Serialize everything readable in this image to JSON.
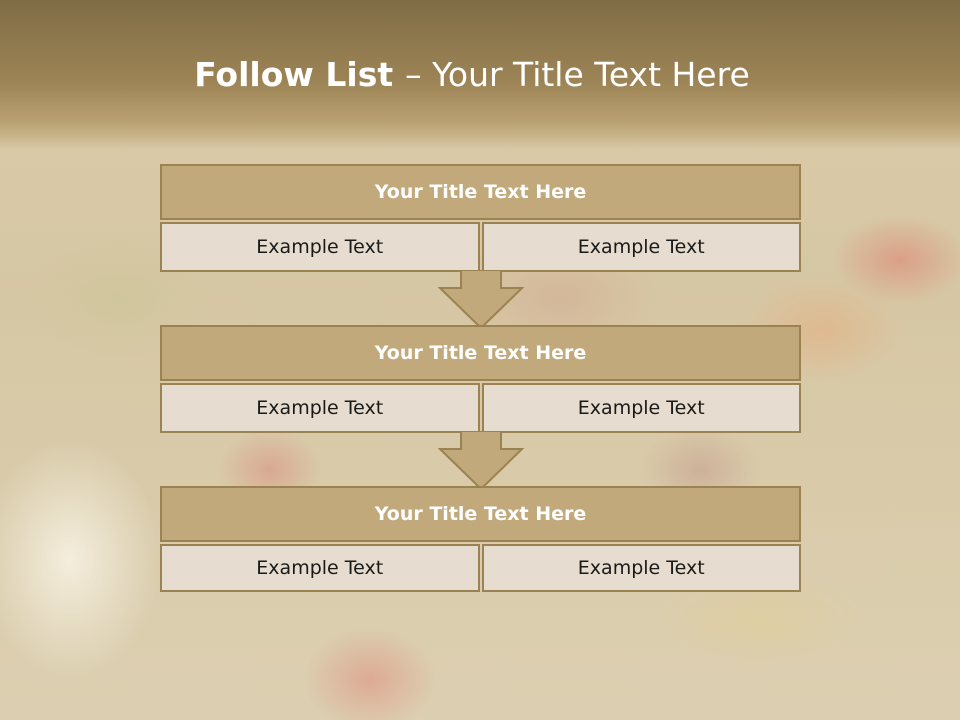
{
  "colors": {
    "header_band": "#9d8456",
    "box_header": "#c2a97b",
    "box_border": "#9b8253",
    "box_cell": "#e6ddd0",
    "arrow": "#c2a97b"
  },
  "slide": {
    "title_bold": "Follow List",
    "title_rest": "– Your Title Text Here"
  },
  "steps": [
    {
      "title": "Your Title Text Here",
      "left": "Example Text",
      "right": "Example Text"
    },
    {
      "title": "Your Title Text Here",
      "left": "Example Text",
      "right": "Example Text"
    },
    {
      "title": "Your Title Text Here",
      "left": "Example Text",
      "right": "Example Text"
    }
  ]
}
